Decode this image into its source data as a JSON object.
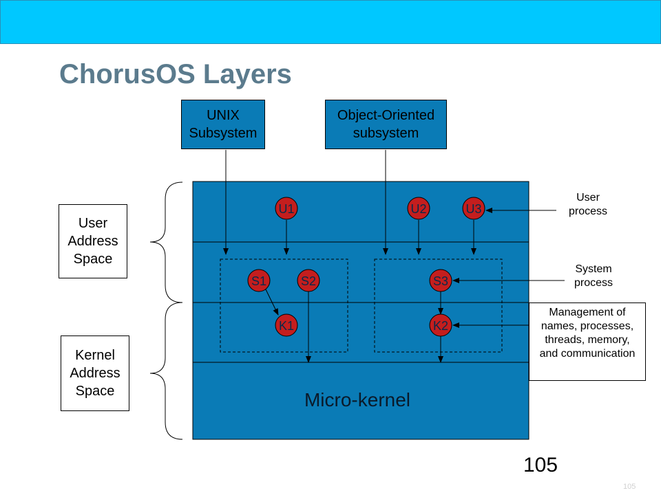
{
  "slide": {
    "title": "ChorusOS Layers",
    "page_number": "105",
    "page_number_small": "105"
  },
  "subsystems": {
    "unix": [
      "UNIX",
      "Subsystem"
    ],
    "oo": [
      "Object-Oriented",
      "subsystem"
    ]
  },
  "address_spaces": {
    "user": [
      "User",
      "Address",
      "Space"
    ],
    "kernel": [
      "Kernel",
      "Address",
      "Space"
    ]
  },
  "nodes": {
    "u1": "U1",
    "u2": "U2",
    "u3": "U3",
    "s1": "S1",
    "s2": "S2",
    "s3": "S3",
    "k1": "K1",
    "k2": "K2"
  },
  "micro_kernel": "Micro-kernel",
  "annotations": {
    "user_process": [
      "User",
      "process"
    ],
    "system_process": [
      "System",
      "process"
    ],
    "management": [
      "Management of",
      "names, processes,",
      "threads, memory,",
      "and communication"
    ]
  },
  "colors": {
    "top_bar": "#00c8ff",
    "title": "#5b7b8d",
    "layer_fill": "#0a7bb6",
    "node_fill": "#c41e1e"
  }
}
